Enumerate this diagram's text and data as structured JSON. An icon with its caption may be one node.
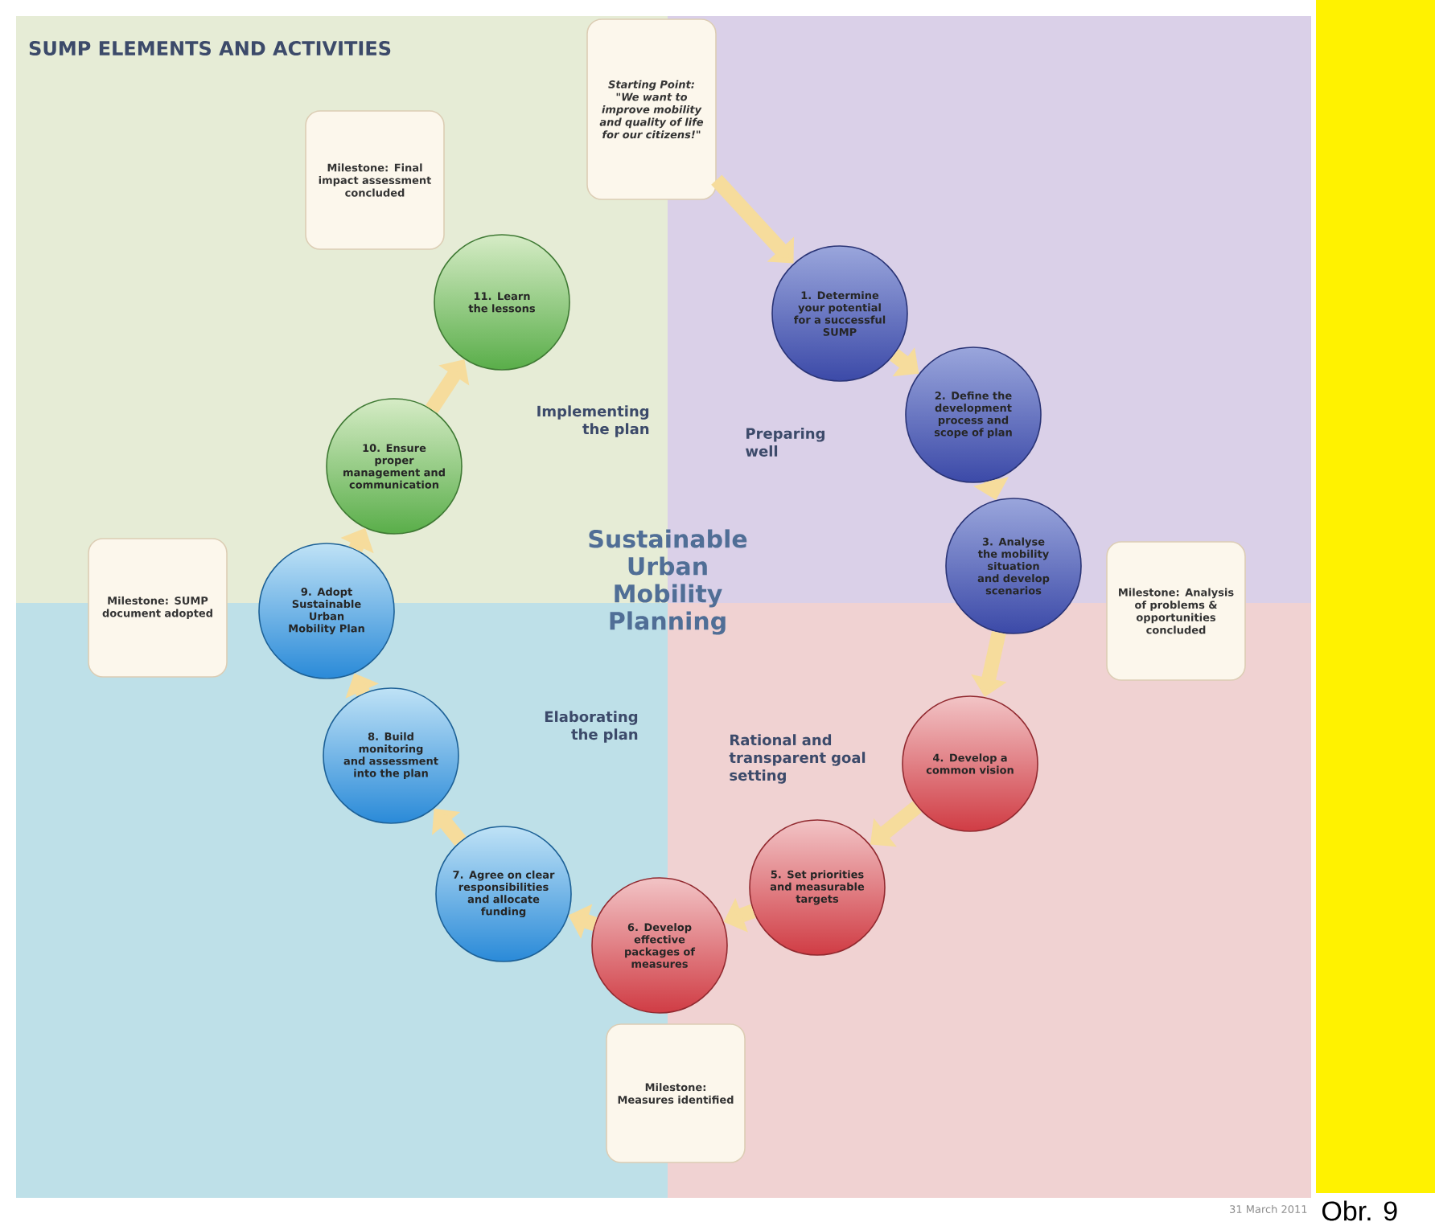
{
  "diagram": {
    "title": "SUMP ELEMENTS AND ACTIVITIES",
    "nodes": [
      {
        "text": [
          "Starting Point: \"We want to improve mobility and quality of life for our citizens!\""
        ]
      },
      {
        "text": [
          "1. Determine your potential for a successful SUMP"
        ]
      },
      {
        "text": [
          "2. Define the development process and scope of plan"
        ]
      },
      {
        "text": [
          "3. Analyse the mobility situation and develop scenarios"
        ]
      },
      {
        "text": [
          "4. Develop a common vision"
        ]
      },
      {
        "text": [
          "5. Set priorities and measurable targets"
        ]
      },
      {
        "text": [
          "6. Develop effective packages of measures"
        ]
      },
      {
        "text": [
          "7. Agree on clear responsibilities and allocate funding"
        ]
      },
      {
        "text": [
          "8. Build monitoring and assessment into the plan"
        ]
      },
      {
        "text": [
          "9. Adopt Sustainable Urban Mobility Plan"
        ]
      },
      {
        "text": [
          "10. Ensure proper management and communication"
        ]
      },
      {
        "text": [
          "11. Learn the lessons"
        ]
      },
      {
        "text": [
          "Milestone: Analysis of problems & opportunities concluded"
        ]
      },
      {
        "text": [
          "Milestone: Measures identified"
        ]
      },
      {
        "text": [
          "Milestone: SUMP document adopted"
        ]
      },
      {
        "text": [
          "Milestone: Final impact assessment concluded"
        ]
      }
    ],
    "edges": [
      {
        "from": 0,
        "to": 1,
        "arrow": "to"
      },
      {
        "from": 1,
        "to": 2,
        "arrow": "to"
      },
      {
        "from": 2,
        "to": 3,
        "arrow": "to"
      },
      {
        "from": 3,
        "to": 4,
        "arrow": "to"
      },
      {
        "from": 4,
        "to": 5,
        "arrow": "to"
      },
      {
        "from": 5,
        "to": 6,
        "arrow": "to"
      },
      {
        "from": 6,
        "to": 7,
        "arrow": "to"
      },
      {
        "from": 7,
        "to": 8,
        "arrow": "to"
      },
      {
        "from": 8,
        "to": 9,
        "arrow": "to"
      },
      {
        "from": 9,
        "to": 10,
        "arrow": "to"
      },
      {
        "from": 10,
        "to": 11,
        "arrow": "to"
      }
    ],
    "labels": [
      "Implementing the plan",
      "Preparing well",
      "Sustainable Urban Mobility Planning",
      "Elaborating the plan",
      "Rational and transparent goal setting",
      "31 March 2011",
      "Obr. 9"
    ]
  }
}
